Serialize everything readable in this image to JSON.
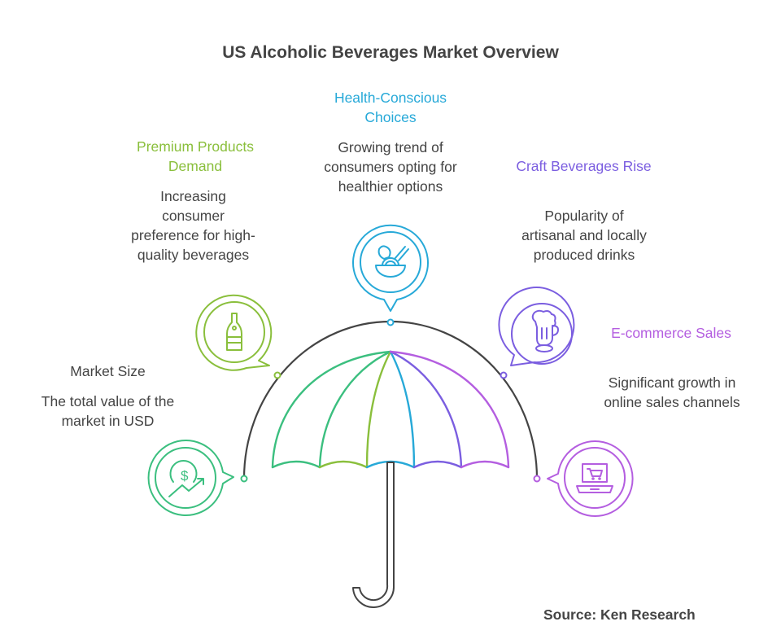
{
  "title": "US Alcoholic Beverages Market Overview",
  "source": "Source: Ken Research",
  "colors": {
    "market_size": "#3bbf7f",
    "premium": "#8abf3c",
    "health": "#27a9d8",
    "craft": "#7b5ee0",
    "ecommerce": "#b45ee0",
    "dark": "#444444"
  },
  "items": [
    {
      "id": "market-size",
      "title": "Market Size",
      "description": "The total value of the market in USD",
      "icon": "dollar-growth-icon"
    },
    {
      "id": "premium-products",
      "title": "Premium Products Demand",
      "description": "Increasing consumer preference for high-quality beverages",
      "icon": "champagne-bottle-icon"
    },
    {
      "id": "health-conscious",
      "title": "Health-Conscious Choices",
      "description": "Growing trend of consumers opting for healthier options",
      "icon": "salad-bowl-icon"
    },
    {
      "id": "craft-beverages",
      "title": "Craft Beverages Rise",
      "description": "Popularity of artisanal and locally produced drinks",
      "icon": "beer-mug-icon"
    },
    {
      "id": "ecommerce",
      "title": "E-commerce Sales",
      "description": "Significant growth in online sales channels",
      "icon": "laptop-cart-icon"
    }
  ]
}
